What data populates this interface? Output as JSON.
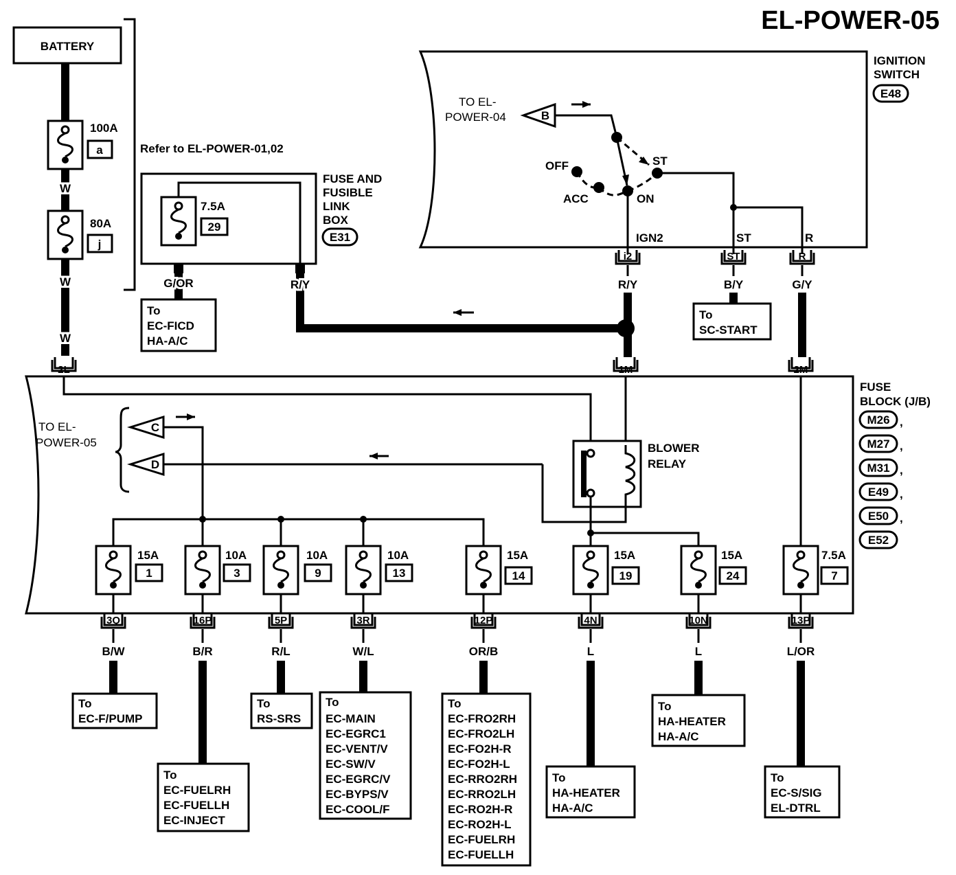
{
  "title": "EL-POWER-05",
  "battery": "BATTERY",
  "fusible_links": [
    {
      "amp": "100A",
      "id": "a"
    },
    {
      "amp": "80A",
      "id": "j"
    }
  ],
  "wire_colors": {
    "w1": "W",
    "w2": "W",
    "w3": "W",
    "g_or": "G/OR",
    "r_y_1": "R/Y",
    "r_y_2": "R/Y",
    "b_y": "B/Y",
    "g_y": "G/Y"
  },
  "refer_note": "Refer to EL-POWER-01,02",
  "fuse_link_box": {
    "lines": [
      "FUSE AND",
      "FUSIBLE",
      "LINK",
      "BOX"
    ],
    "connector": "E31",
    "fuse_amp": "7.5A",
    "fuse_id": "29"
  },
  "fuse_link_box_outputs": {
    "ficd": {
      "to": "To",
      "lines": [
        "EC-FICD",
        "HA-A/C"
      ]
    }
  },
  "ignition_switch": {
    "lines": [
      "IGNITION",
      "SWITCH"
    ],
    "connector": "E48",
    "to_ref": [
      "TO EL-",
      "POWER-04"
    ],
    "offpage": "B",
    "positions": {
      "off": "OFF",
      "acc": "ACC",
      "on": "ON",
      "st": "ST"
    },
    "terminals": {
      "ign2": "IGN2",
      "st": "ST",
      "r": "R"
    },
    "connectors": {
      "i2": "i2",
      "st": "ST",
      "r": "R"
    }
  },
  "sc_start": {
    "to": "To",
    "lines": [
      "SC-START"
    ]
  },
  "fuse_block": {
    "lines": [
      "FUSE",
      "BLOCK (J/B)"
    ],
    "connectors": [
      {
        "id": "M26",
        "sep": ","
      },
      {
        "id": "M27",
        "sep": ","
      },
      {
        "id": "M31",
        "sep": ","
      },
      {
        "id": "E49",
        "sep": ","
      },
      {
        "id": "E50",
        "sep": ","
      },
      {
        "id": "E52",
        "sep": ""
      }
    ],
    "inputs": {
      "c2l": "2L",
      "c1m": "1M",
      "c2m": "2M"
    },
    "to_ref": [
      "TO EL-",
      "POWER-05"
    ],
    "offpage": {
      "c": "C",
      "d": "D"
    },
    "relay": [
      "BLOWER",
      "RELAY"
    ]
  },
  "fuses": [
    {
      "amp": "15A",
      "id": "1",
      "conn": "3Q",
      "wire": "B/W"
    },
    {
      "amp": "10A",
      "id": "3",
      "conn": "16P",
      "wire": "B/R"
    },
    {
      "amp": "10A",
      "id": "9",
      "conn": "5P",
      "wire": "R/L"
    },
    {
      "amp": "10A",
      "id": "13",
      "conn": "3R",
      "wire": "W/L"
    },
    {
      "amp": "15A",
      "id": "14",
      "conn": "12P",
      "wire": "OR/B"
    },
    {
      "amp": "15A",
      "id": "19",
      "conn": "4N",
      "wire": "L"
    },
    {
      "amp": "15A",
      "id": "24",
      "conn": "10N",
      "wire": "L"
    },
    {
      "amp": "7.5A",
      "id": "7",
      "conn": "13P",
      "wire": "L/OR"
    }
  ],
  "destinations": {
    "fpump": {
      "to": "To",
      "lines": [
        "EC-F/PUMP"
      ]
    },
    "fuel": {
      "to": "To",
      "lines": [
        "EC-FUELRH",
        "EC-FUELLH",
        "EC-INJECT"
      ]
    },
    "srs": {
      "to": "To",
      "lines": [
        "RS-SRS"
      ]
    },
    "main": {
      "to": "To",
      "lines": [
        "EC-MAIN",
        "EC-EGRC1",
        "EC-VENT/V",
        "EC-SW/V",
        "EC-EGRC/V",
        "EC-BYPS/V",
        "EC-COOL/F"
      ]
    },
    "o2": {
      "to": "To",
      "lines": [
        "EC-FRO2RH",
        "EC-FRO2LH",
        "EC-FO2H-R",
        "EC-FO2H-L",
        "EC-RRO2RH",
        "EC-RRO2LH",
        "EC-RO2H-R",
        "EC-RO2H-L",
        "EC-FUELRH",
        "EC-FUELLH"
      ]
    },
    "heater1": {
      "to": "To",
      "lines": [
        "HA-HEATER",
        "HA-A/C"
      ]
    },
    "heater2": {
      "to": "To",
      "lines": [
        "HA-HEATER",
        "HA-A/C"
      ]
    },
    "ssig": {
      "to": "To",
      "lines": [
        "EC-S/SIG",
        "EL-DTRL"
      ]
    }
  }
}
